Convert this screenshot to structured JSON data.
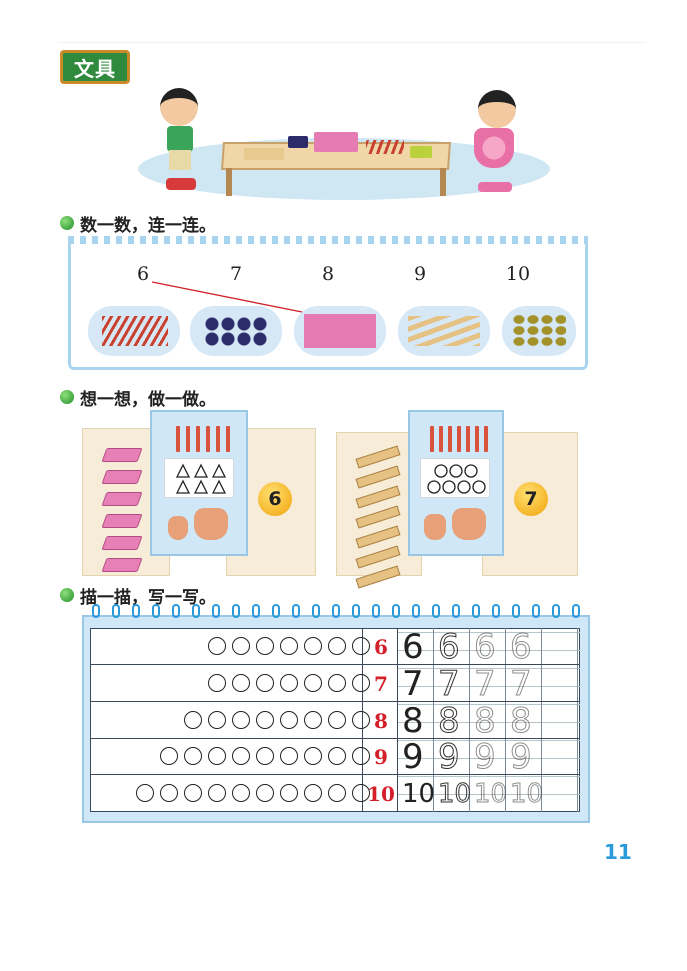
{
  "title": "文具",
  "sections": {
    "count": {
      "heading": "数一数，连一连。",
      "numbers": [
        "6",
        "7",
        "8",
        "9",
        "10"
      ]
    },
    "think": {
      "heading": "想一想，做一做。",
      "left_answer": "6",
      "right_answer": "7"
    },
    "trace": {
      "heading": "描一描，写一写。",
      "rows": [
        {
          "digit": "6",
          "circles": 7
        },
        {
          "digit": "7",
          "circles": 7
        },
        {
          "digit": "8",
          "circles": 8
        },
        {
          "digit": "9",
          "circles": 9
        },
        {
          "digit": "10",
          "circles": 10
        }
      ]
    }
  },
  "page_number": "11",
  "colors": {
    "accent_blue": "#2a9ad8",
    "badge_green": "#2f8a3e",
    "digit_red": "#d4202a"
  }
}
